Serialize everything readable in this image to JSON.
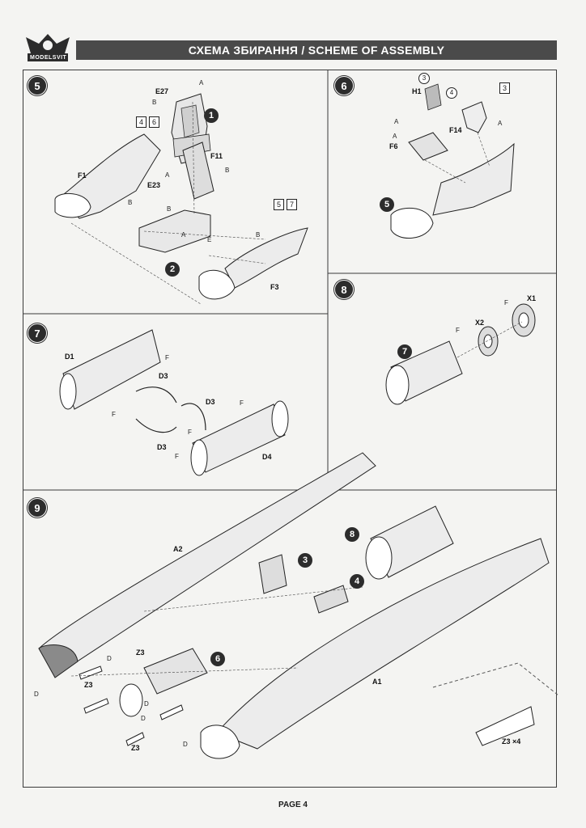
{
  "header": {
    "title": "СХЕМА ЗБИРАННЯ / SCHEME OF ASSEMBLY",
    "logo_text": "MODELSVIT"
  },
  "steps": {
    "s5": {
      "number": "5",
      "sub_steps": [
        "1",
        "2"
      ],
      "parts": [
        "E27",
        "F11",
        "E23",
        "F1",
        "F3"
      ],
      "glue": [
        "A",
        "B",
        "B",
        "A",
        "B",
        "B",
        "A",
        "E",
        "B"
      ],
      "boxes": [
        "4",
        "6",
        "5",
        "7"
      ]
    },
    "s6": {
      "number": "6",
      "sub_steps": [
        "5"
      ],
      "parts": [
        "H1",
        "F14",
        "F6"
      ],
      "glue": [
        "A",
        "A",
        "A"
      ],
      "boxes": [
        "3"
      ],
      "circles": [
        "3",
        "4"
      ]
    },
    "s7": {
      "number": "7",
      "parts": [
        "D1",
        "D3",
        "D3",
        "D3",
        "D4"
      ],
      "glue": [
        "F",
        "F",
        "F",
        "F",
        "F"
      ]
    },
    "s8": {
      "number": "8",
      "sub_steps": [
        "7"
      ],
      "parts": [
        "X1",
        "X2"
      ],
      "glue": [
        "F",
        "F"
      ]
    },
    "s9": {
      "number": "9",
      "sub_steps": [
        "3",
        "4",
        "8",
        "6"
      ],
      "parts": [
        "A2",
        "A1",
        "Z3",
        "Z3",
        "Z3",
        "Z3 ×4"
      ],
      "glue": [
        "D",
        "D",
        "D",
        "D",
        "D"
      ]
    }
  },
  "footer": {
    "page": "PAGE 4"
  }
}
